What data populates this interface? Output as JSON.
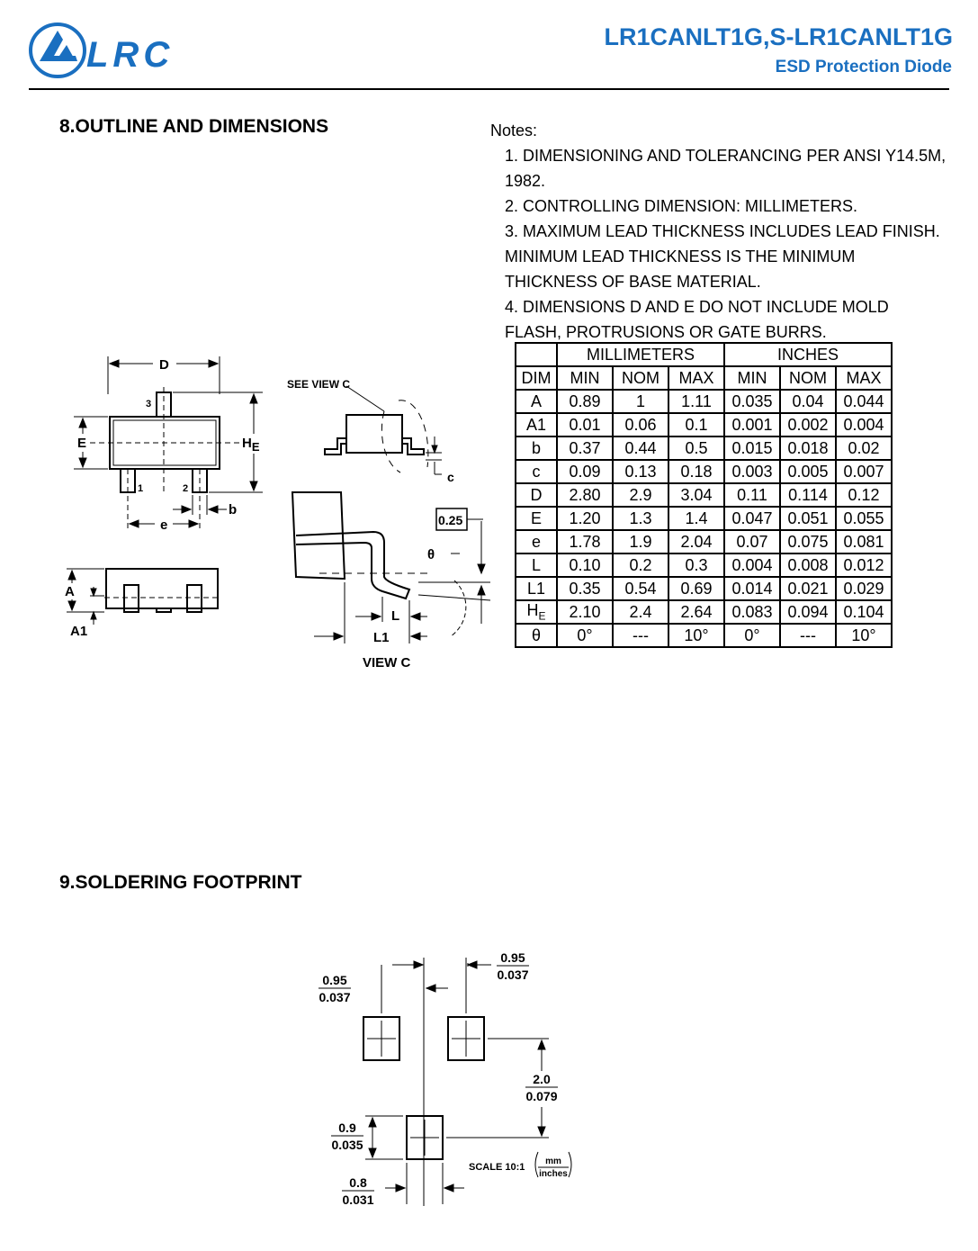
{
  "header": {
    "logo_text": "LRC",
    "part_number": "LR1CANLT1G,S-LR1CANLT1G",
    "subtitle": "ESD Protection Diode"
  },
  "section8": {
    "title": "8.OUTLINE AND DIMENSIONS",
    "notes_label": "Notes:",
    "notes": [
      "1. DIMENSIONING AND TOLERANCING PER ANSI Y14.5M, 1982.",
      "2. CONTROLLING DIMENSION: MILLIMETERS.",
      "3. MAXIMUM LEAD THICKNESS INCLUDES LEAD FINISH. MINIMUM LEAD THICKNESS IS THE MINIMUM THICKNESS OF BASE MATERIAL.",
      "4. DIMENSIONS D AND E DO NOT INCLUDE MOLD FLASH, PROTRUSIONS OR GATE BURRS."
    ],
    "drawing_labels": {
      "D": "D",
      "E": "E",
      "HE": "H",
      "HE_sub": "E",
      "b": "b",
      "e": "e",
      "A": "A",
      "A1": "A1",
      "pin1": "1",
      "pin2": "2",
      "pin3": "3",
      "see_view_c": "SEE VIEW C",
      "c": "c",
      "gauge": "0.25",
      "theta": "θ",
      "L": "L",
      "L1": "L1",
      "view_c": "VIEW C"
    },
    "table": {
      "group_headers": [
        "MILLIMETERS",
        "INCHES"
      ],
      "headers": [
        "DIM",
        "MIN",
        "NOM",
        "MAX",
        "MIN",
        "NOM",
        "MAX"
      ],
      "rows": [
        {
          "dim": "A",
          "sub": "",
          "cells": [
            "0.89",
            "1",
            "1.11",
            "0.035",
            "0.04",
            "0.044"
          ]
        },
        {
          "dim": "A1",
          "sub": "",
          "cells": [
            "0.01",
            "0.06",
            "0.1",
            "0.001",
            "0.002",
            "0.004"
          ]
        },
        {
          "dim": "b",
          "sub": "",
          "cells": [
            "0.37",
            "0.44",
            "0.5",
            "0.015",
            "0.018",
            "0.02"
          ]
        },
        {
          "dim": "c",
          "sub": "",
          "cells": [
            "0.09",
            "0.13",
            "0.18",
            "0.003",
            "0.005",
            "0.007"
          ]
        },
        {
          "dim": "D",
          "sub": "",
          "cells": [
            "2.80",
            "2.9",
            "3.04",
            "0.11",
            "0.114",
            "0.12"
          ]
        },
        {
          "dim": "E",
          "sub": "",
          "cells": [
            "1.20",
            "1.3",
            "1.4",
            "0.047",
            "0.051",
            "0.055"
          ]
        },
        {
          "dim": "e",
          "sub": "",
          "cells": [
            "1.78",
            "1.9",
            "2.04",
            "0.07",
            "0.075",
            "0.081"
          ]
        },
        {
          "dim": "L",
          "sub": "",
          "cells": [
            "0.10",
            "0.2",
            "0.3",
            "0.004",
            "0.008",
            "0.012"
          ]
        },
        {
          "dim": "L1",
          "sub": "",
          "cells": [
            "0.35",
            "0.54",
            "0.69",
            "0.014",
            "0.021",
            "0.029"
          ]
        },
        {
          "dim": "H",
          "sub": "E",
          "cells": [
            "2.10",
            "2.4",
            "2.64",
            "0.083",
            "0.094",
            "0.104"
          ]
        },
        {
          "dim": "θ",
          "sub": "",
          "cells": [
            "0°",
            "---",
            "10°",
            "0°",
            "---",
            "10°"
          ]
        }
      ]
    }
  },
  "section9": {
    "title": "9.SOLDERING  FOOTPRINT",
    "labels": {
      "pad_w_mm": "0.95",
      "pad_w_in": "0.037",
      "pitch_mm": "0.95",
      "pitch_in": "0.037",
      "row_mm": "2.0",
      "row_in": "0.079",
      "pad_h_mm": "0.9",
      "pad_h_in": "0.035",
      "pad_b_mm": "0.8",
      "pad_b_in": "0.031",
      "scale": "SCALE 10:1",
      "unit_top": "mm",
      "unit_bottom": "inches"
    }
  }
}
